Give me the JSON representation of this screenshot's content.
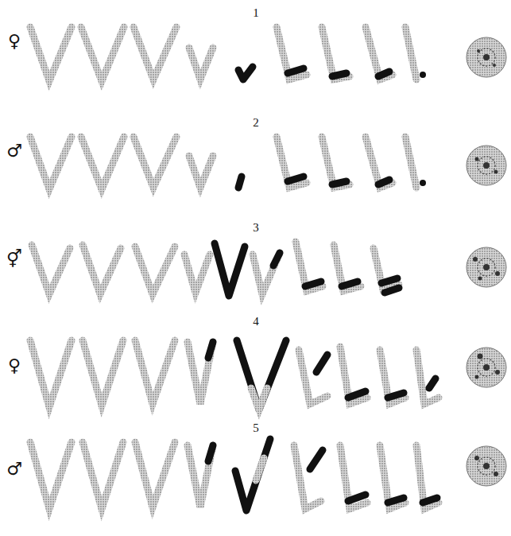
{
  "diagram": {
    "labels": [
      "1",
      "♀",
      "2",
      "♂",
      "3",
      "⚥",
      "4",
      "♀",
      "5",
      "♂"
    ]
  }
}
